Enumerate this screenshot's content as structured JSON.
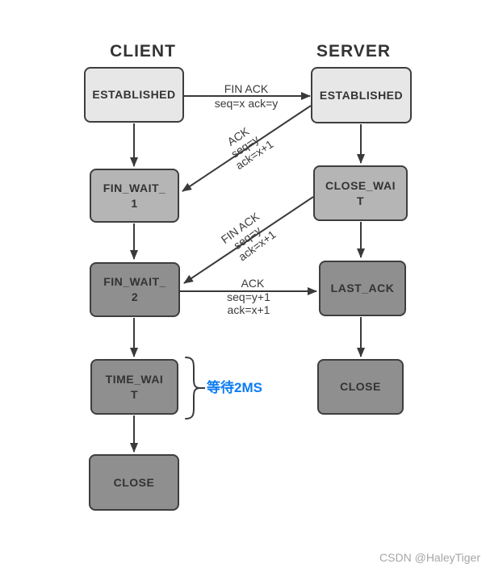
{
  "diagram": {
    "client_header": "CLIENT",
    "server_header": "SERVER",
    "watermark": "CSDN @HaleyTiger",
    "annotation": "等待2MS",
    "colors": {
      "state_light": "#e7e7e7",
      "state_mid": "#b5b5b5",
      "state_dark": "#8f8f8f",
      "stroke": "#3a3a3a",
      "annotation_blue": "#0c7cf2",
      "watermark_gray": "#a6a6a6"
    },
    "nodes": {
      "client_established": {
        "label": "ESTABLISHED"
      },
      "server_established": {
        "label": "ESTABLISHED"
      },
      "fin_wait_1": {
        "label": "FIN_WAIT_\n1"
      },
      "close_wait": {
        "label": "CLOSE_WAI\nT"
      },
      "fin_wait_2": {
        "label": "FIN_WAIT_\n2"
      },
      "last_ack": {
        "label": "LAST_ACK"
      },
      "time_wait": {
        "label": "TIME_WAI\nT"
      },
      "server_close": {
        "label": "CLOSE"
      },
      "client_close": {
        "label": "CLOSE"
      }
    },
    "messages": {
      "fin1": {
        "line1": "FIN ACK",
        "line2": "seq=x ack=y"
      },
      "ack1": {
        "line1": "ACK",
        "line2": "seq=y",
        "line3": "ack=x+1"
      },
      "fin2": {
        "line1": "FIN ACK",
        "line2": "seq=y",
        "line3": "ack=x+1"
      },
      "ack2": {
        "line1": "ACK",
        "line2": "seq=y+1",
        "line3": "ack=x+1"
      }
    }
  }
}
